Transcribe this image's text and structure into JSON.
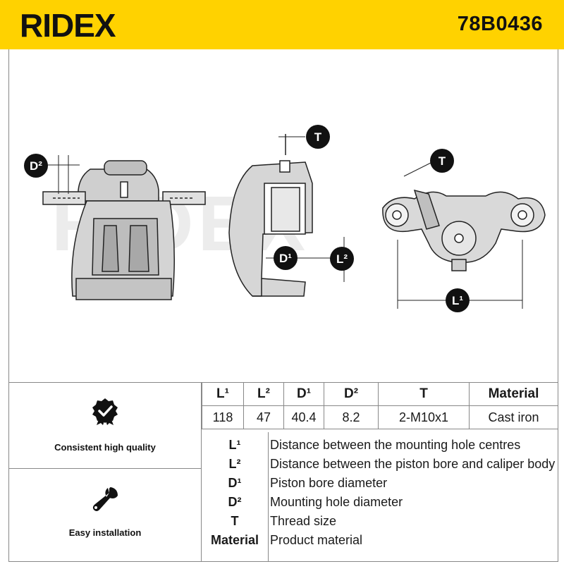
{
  "header": {
    "brand": "RIDEX",
    "part_number": "78B0436",
    "bg_color": "#ffd200"
  },
  "drawing": {
    "watermark": "RIDEX",
    "badges": {
      "d2": "D²",
      "t_center": "T",
      "t_right": "T",
      "d1": "D¹",
      "l2": "L²",
      "l1": "L¹"
    }
  },
  "features": [
    {
      "icon": "quality-check-badge-icon",
      "label": "Consistent high quality"
    },
    {
      "icon": "wrench-icon",
      "label": "Easy installation"
    }
  ],
  "spec_table": {
    "headers": [
      "L¹",
      "L²",
      "D¹",
      "D²",
      "T",
      "Material"
    ],
    "values": [
      "118",
      "47",
      "40.4",
      "8.2",
      "2-M10x1",
      "Cast iron"
    ]
  },
  "legend": [
    {
      "key": "L¹",
      "desc": "Distance between the mounting hole centres"
    },
    {
      "key": "L²",
      "desc": "Distance between the piston bore and caliper body"
    },
    {
      "key": "D¹",
      "desc": "Piston bore diameter"
    },
    {
      "key": "D²",
      "desc": "Mounting hole diameter"
    },
    {
      "key": "T",
      "desc": "Thread size"
    },
    {
      "key": "Material",
      "desc": "Product material"
    }
  ]
}
